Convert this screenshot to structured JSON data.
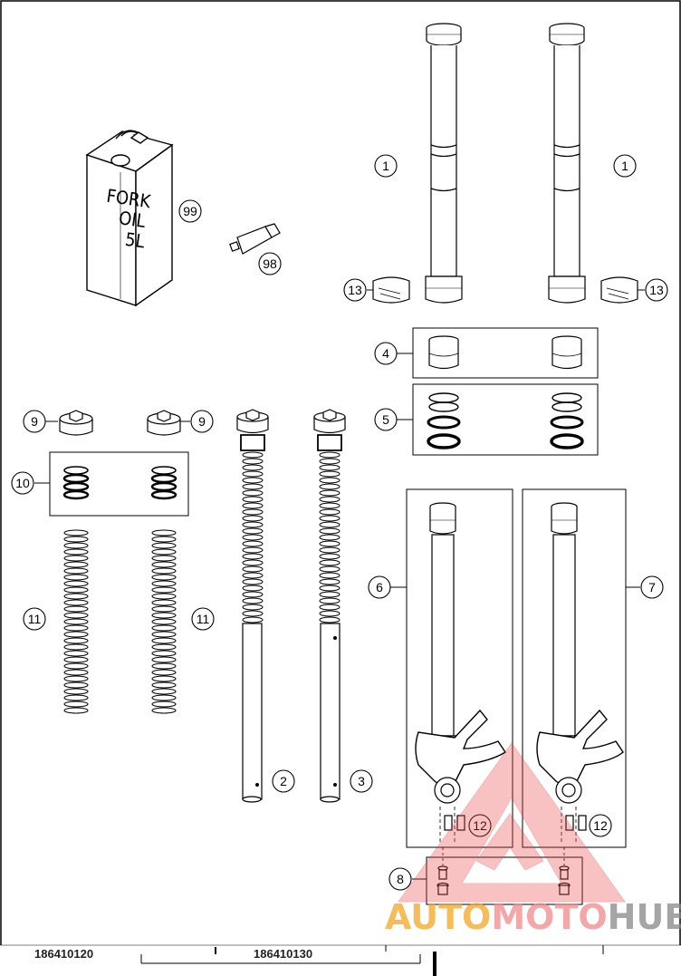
{
  "diagram": {
    "can_label_lines": [
      "FORK",
      "OIL",
      "5L"
    ],
    "callouts": [
      "1",
      "1",
      "13",
      "13",
      "4",
      "5",
      "9",
      "9",
      "10",
      "11",
      "11",
      "2",
      "3",
      "6",
      "7",
      "12",
      "12",
      "8",
      "99",
      "98"
    ],
    "footer_left_code": "186410120",
    "footer_mid_code": "186410130"
  },
  "watermark": {
    "part_a": "AUTO",
    "part_b": "MOTO",
    "part_c": "HUB",
    "color_a": "#f5a623",
    "color_b": "#f28a8a",
    "color_c": "#888888",
    "logo_color": "#e84a4a"
  }
}
